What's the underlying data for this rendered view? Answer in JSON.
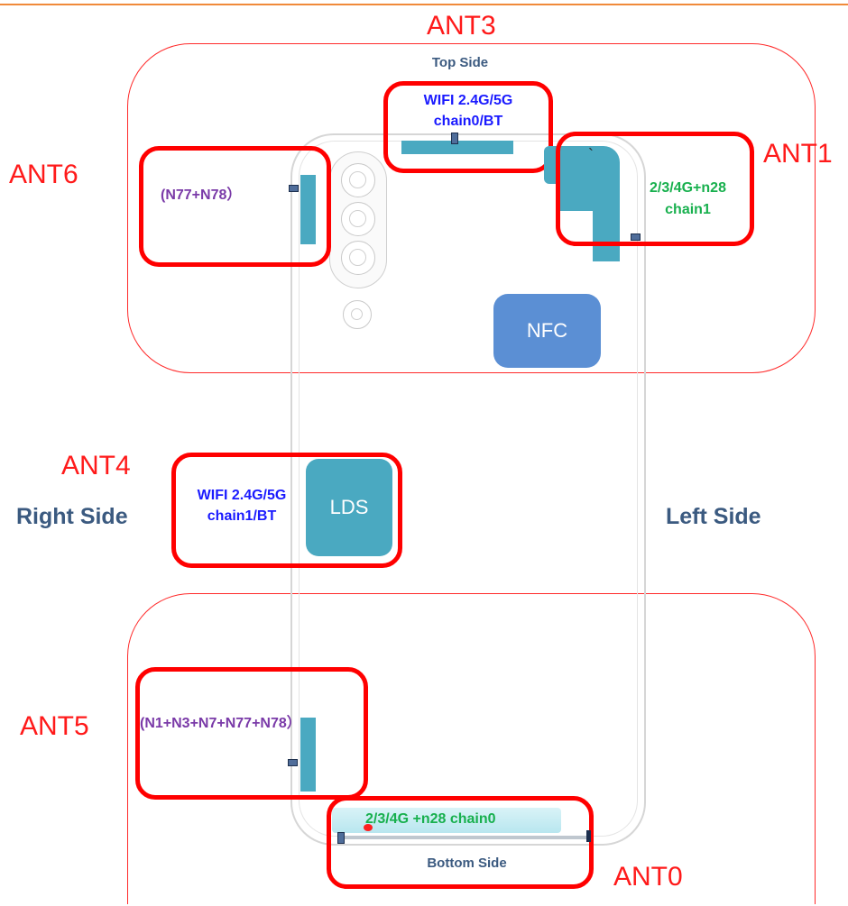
{
  "sides": {
    "top": "Top Side",
    "bottom": "Bottom Side",
    "right": "Right Side",
    "left": "Left Side"
  },
  "antennas": {
    "ant0": {
      "label": "ANT0",
      "band": "2/3/4G +n28 chain0"
    },
    "ant1": {
      "label": "ANT1",
      "band_line1": "2/3/4G+n28",
      "band_line2": "chain1"
    },
    "ant3": {
      "label": "ANT3",
      "band_line1": "WIFI 2.4G/5G",
      "band_line2": "chain0/BT"
    },
    "ant4": {
      "label": "ANT4",
      "band_line1": "WIFI 2.4G/5G",
      "band_line2": "chain1/BT"
    },
    "ant5": {
      "label": "ANT5",
      "band": "(N1+N3+N7+N77+N78）"
    },
    "ant6": {
      "label": "ANT6",
      "band": "(N77+N78）"
    }
  },
  "components": {
    "nfc": "NFC",
    "lds": "LDS",
    "ant1_mark": "`"
  },
  "colors": {
    "zone_outline": "#ff2a2a",
    "antenna_box": "#ff0000",
    "antenna_element": "#4aa9c1",
    "nfc_fill": "#5b8fd4",
    "wifi_text": "#1a1aff",
    "nr_text": "#7a3aa8",
    "lte_text": "#18b04e",
    "side_text": "#3b5a80"
  }
}
